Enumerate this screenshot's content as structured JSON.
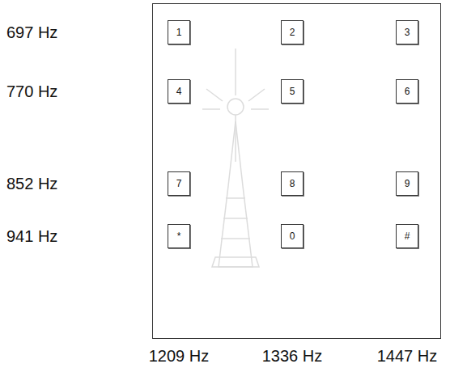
{
  "diagram": {
    "nodes": [
      {
        "text": [
          "1"
        ]
      },
      {
        "text": [
          "2"
        ]
      },
      {
        "text": [
          "3"
        ]
      },
      {
        "text": [
          "4"
        ]
      },
      {
        "text": [
          "5"
        ]
      },
      {
        "text": [
          "6"
        ]
      },
      {
        "text": [
          "7"
        ]
      },
      {
        "text": [
          "8"
        ]
      },
      {
        "text": [
          "9"
        ]
      },
      {
        "text": [
          "*"
        ]
      },
      {
        "text": [
          "0"
        ]
      },
      {
        "text": [
          "#"
        ]
      }
    ],
    "labels": [
      "697 Hz",
      "770 Hz",
      "852 Hz",
      "941 Hz",
      "1209 Hz",
      "1336 Hz",
      "1447 Hz"
    ]
  }
}
